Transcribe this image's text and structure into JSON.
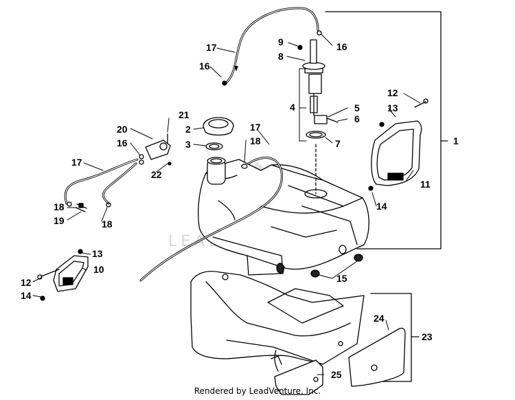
{
  "diagram": {
    "watermark": "LEADVENTURE",
    "footer": "Rendered by LeadVenture, Inc.",
    "callouts": {
      "c1": "1",
      "c2": "2",
      "c3": "3",
      "c4": "4",
      "c5": "5",
      "c6": "6",
      "c7": "7",
      "c8": "8",
      "c9": "9",
      "c10": "10",
      "c11": "11",
      "c12a": "12",
      "c12b": "12",
      "c13a": "13",
      "c13b": "13",
      "c14a": "14",
      "c14b": "14",
      "c15": "15",
      "c16a": "16",
      "c16b": "16",
      "c16c": "16",
      "c17a": "17",
      "c17b": "17",
      "c17c": "17",
      "c18a": "18",
      "c18b": "18",
      "c18c": "18",
      "c19": "19",
      "c20": "20",
      "c21": "21",
      "c22": "22",
      "c23": "23",
      "c24": "24",
      "c25": "25"
    }
  }
}
